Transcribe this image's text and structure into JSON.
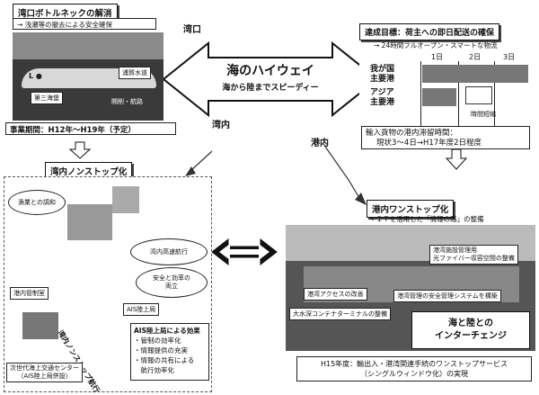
{
  "bottleneck": {
    "title": "湾口ボトルネックの解消",
    "subtitle": "→ 浅瀬等の撤去による安全確保",
    "photo_labels": [
      "浦賀水道",
      "第三海堡",
      "開削・航路"
    ],
    "period": "事業期間：H12年～H19年（予定）"
  },
  "highway": {
    "title": "海のハイウェイ",
    "subtitle": "海から陸までスピーディー",
    "label_wanko": "湾口",
    "label_wannai": "湾内",
    "label_konai": "港内"
  },
  "goal": {
    "title": "達成目標：荷主への即日配送の確保",
    "subtitle": "→ 24時間フルオープン・スマートな物流",
    "days": [
      "1日",
      "2日",
      "3日"
    ],
    "row1_label": "我が国\n主要港",
    "row2_label": "アジア\n主要港",
    "shortened": "時間短縮",
    "stay_title": "輸入貨物の港内滞留時間：",
    "stay_value": "現状3～4日→H17年度2日程度"
  },
  "wannai": {
    "title": "湾内ノンストップ化",
    "labels": {
      "gyogyo": "漁業との調和",
      "wannai_kosoku": "湾内高速航行",
      "anzen": "安全と効率の\n両立",
      "ais_station": "AIS陸上局",
      "port_control": "港内管制室",
      "vtc": "次世代海上交通センター\n（AIS陸上局併設）",
      "nonstop": "湾内ノンストップ航行"
    },
    "effects_title": "AIS陸上局による効果",
    "effects": [
      "・管制の効率化",
      "・情報提供の充実",
      "・情報の共有による",
      "　航行効率化"
    ]
  },
  "konai": {
    "title": "港内ワンストップ化",
    "it_note": "→ ＩＴを活用した「情報の路」の整備",
    "tags": [
      "港湾施設管理用\n光ファイバー収容空間の整備",
      "港湾アクセスの改善",
      "港湾管理の安全管理システムを構築",
      "大水深コンテナターミナルの整備"
    ],
    "interchange": "海と陸との\nインターチェンジ",
    "h15": "H15年度：輸出入・港湾関連手続のワンストップサービス\n（シングルウィンドウ化）の実現"
  },
  "colors": {
    "ink": "#111111",
    "photo": "#3a3a3a",
    "bar": "#777777"
  }
}
